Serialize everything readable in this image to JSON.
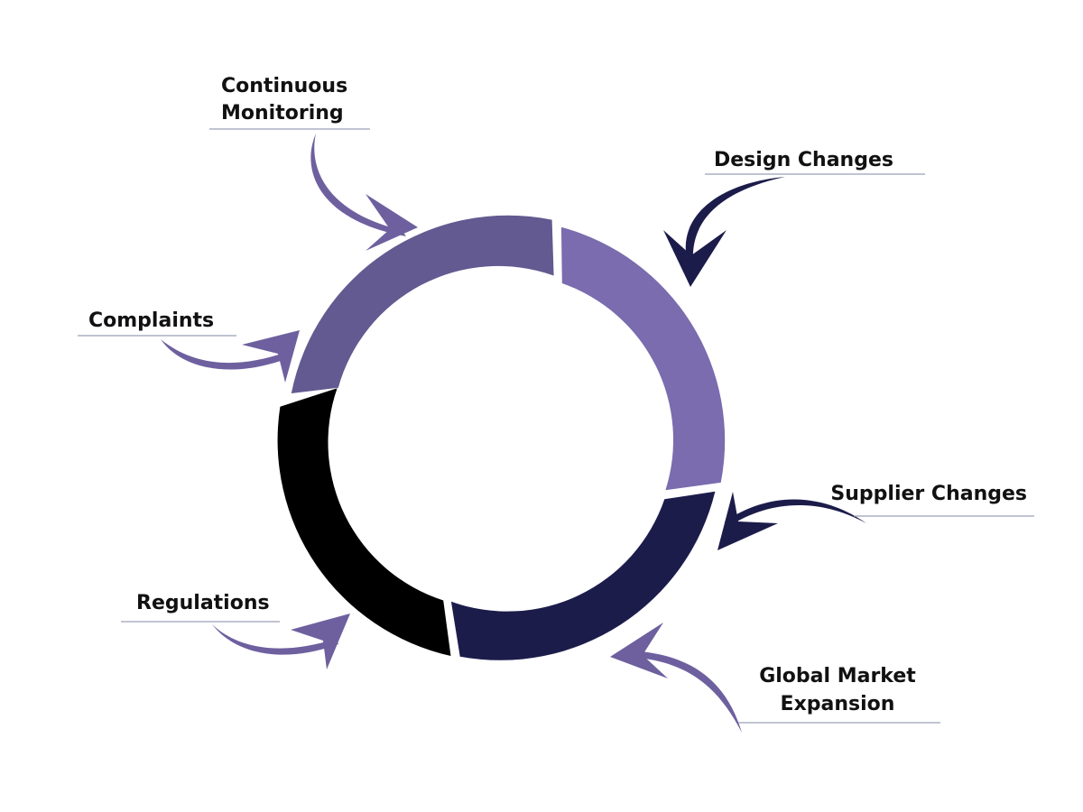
{
  "colors": {
    "segment_light": "#7a6cae",
    "segment_mid": "#625a90",
    "segment_navy": "#1c1c4b",
    "segment_black": "#000000",
    "arrow_light": "#6e609f",
    "arrow_navy": "#1c1c4b",
    "underline": "#9aa0b8",
    "text": "#111111"
  },
  "labels": {
    "continuous_monitoring": [
      "Continuous",
      "Monitoring"
    ],
    "design_changes": "Design Changes",
    "complaints": "Complaints",
    "supplier_changes": "Supplier Changes",
    "regulations": "Regulations",
    "global_market_expansion": [
      "Global Market",
      "Expansion"
    ]
  },
  "icons": {
    "arrow": "curved-arrow-icon"
  }
}
